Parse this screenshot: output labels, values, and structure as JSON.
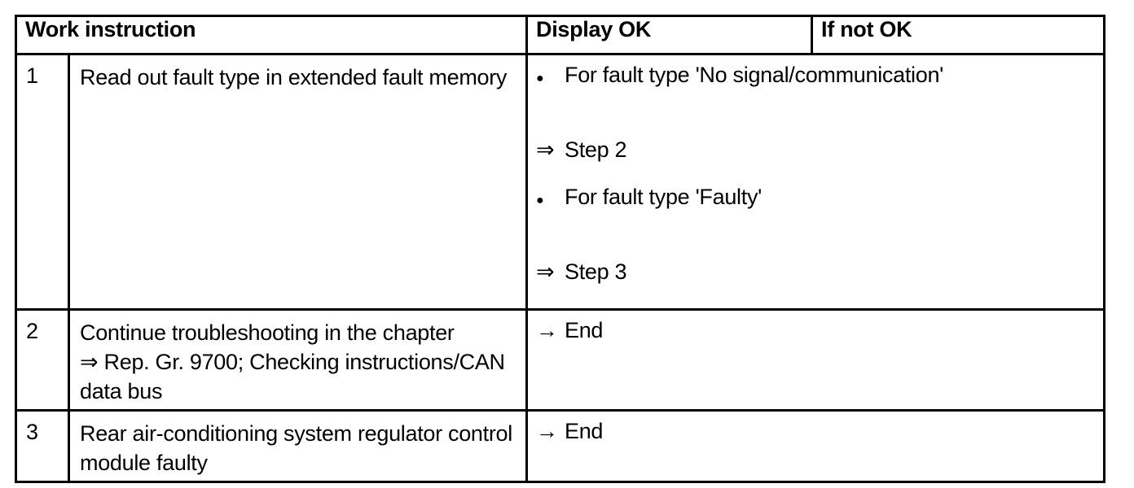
{
  "colors": {
    "background": "#ffffff",
    "border": "#000000",
    "text": "#000000"
  },
  "table": {
    "headers": {
      "work_instruction": "Work instruction",
      "display_ok": "Display OK",
      "if_not_ok": "If not OK"
    },
    "rows": [
      {
        "step": "1",
        "instruction_lines": [
          "Read out fault type in extended fault memory"
        ],
        "result_items": [
          {
            "kind": "bullet",
            "marker": "●",
            "text": "For fault type 'No signal/communication'"
          },
          {
            "kind": "arrow",
            "marker": "⇒",
            "text": "Step 2"
          },
          {
            "kind": "bullet",
            "marker": "●",
            "text": "For fault type 'Faulty'"
          },
          {
            "kind": "arrow",
            "marker": "⇒",
            "text": "Step 3"
          }
        ]
      },
      {
        "step": "2",
        "instruction_lines": [
          "Continue troubleshooting in the chapter",
          "⇒ Rep. Gr. 9700; Checking instructions/CAN",
          "data bus"
        ],
        "result_items": [
          {
            "kind": "arrow",
            "marker": "→",
            "text": "End"
          }
        ]
      },
      {
        "step": "3",
        "instruction_lines": [
          "Rear air-conditioning system regulator control",
          "module faulty"
        ],
        "result_items": [
          {
            "kind": "arrow",
            "marker": "→",
            "text": "End"
          }
        ]
      }
    ]
  }
}
